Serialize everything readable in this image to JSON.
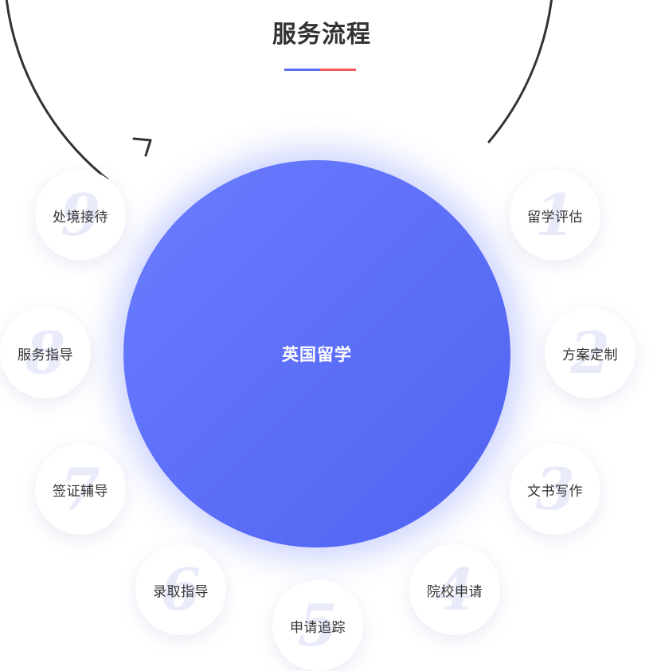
{
  "page": {
    "title": "服务流程"
  },
  "colors": {
    "title_underline_left": "#5b6ef2",
    "title_underline_right": "#f25c5c",
    "center_gradient_start": "#6b7cff",
    "center_gradient_end": "#4f63f0",
    "ring_stroke": "#333333",
    "step_number": "#e9ebfa"
  },
  "center": {
    "label": "英国留学"
  },
  "steps": [
    {
      "number": "1",
      "label": "留学评估"
    },
    {
      "number": "2",
      "label": "方案定制"
    },
    {
      "number": "3",
      "label": "文书写作"
    },
    {
      "number": "4",
      "label": "院校申请"
    },
    {
      "number": "5",
      "label": "申请追踪"
    },
    {
      "number": "6",
      "label": "录取指导"
    },
    {
      "number": "7",
      "label": "签证辅导"
    },
    {
      "number": "8",
      "label": "服务指导"
    },
    {
      "number": "9",
      "label": "处境接待"
    }
  ]
}
